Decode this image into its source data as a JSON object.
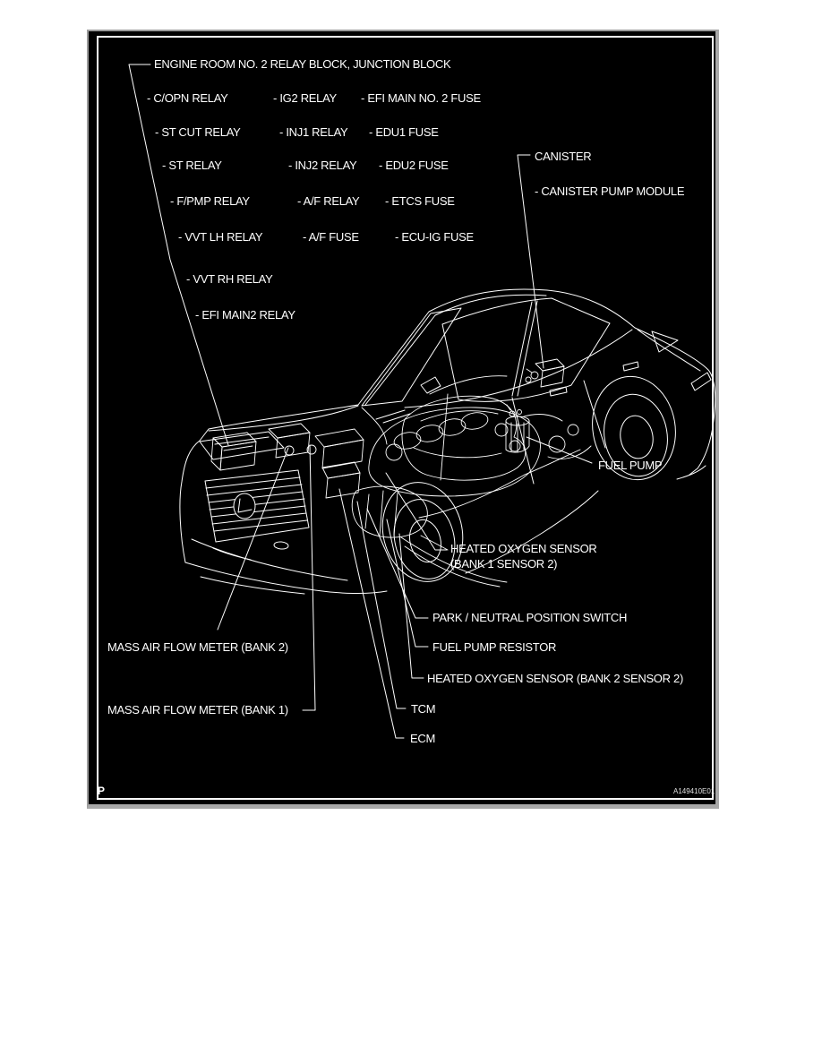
{
  "colors": {
    "page_bg": "#ffffff",
    "plate_bg": "#000000",
    "line": "#ffffff",
    "frame_shadow": "#a8a8a8"
  },
  "labels": {
    "title": "ENGINE ROOM NO. 2 RELAY BLOCK, JUNCTION BLOCK",
    "copn_relay": "- C/OPN RELAY",
    "ig2_relay": "- IG2 RELAY",
    "efi_main_no2_fuse": "- EFI MAIN NO. 2 FUSE",
    "st_cut_relay": "- ST CUT RELAY",
    "inj1_relay": "- INJ1 RELAY",
    "edu1_fuse": "- EDU1 FUSE",
    "st_relay": "- ST RELAY",
    "inj2_relay": "- INJ2 RELAY",
    "edu2_fuse": "- EDU2 FUSE",
    "canister": "CANISTER",
    "fpmp_relay": "- F/PMP RELAY",
    "af_relay": "- A/F RELAY",
    "etcs_fuse": "- ETCS FUSE",
    "canister_pump_module": "- CANISTER PUMP MODULE",
    "vvt_lh_relay": "- VVT LH RELAY",
    "af_fuse": "- A/F FUSE",
    "ecu_ig_fuse": "- ECU-IG FUSE",
    "vvt_rh_relay": "- VVT RH RELAY",
    "efi_main2_relay": "- EFI MAIN2 RELAY",
    "fuel_pump": "FUEL PUMP",
    "ho2s_b1s2_line1": "HEATED OXYGEN SENSOR",
    "ho2s_b1s2_line2": "(BANK 1 SENSOR 2)",
    "park_neutral": "PARK / NEUTRAL POSITION SWITCH",
    "fuel_pump_resistor": "FUEL PUMP RESISTOR",
    "ho2s_b2s2": "HEATED OXYGEN SENSOR (BANK 2 SENSOR 2)",
    "tcm": "TCM",
    "ecm": "ECM",
    "maf_bank2": "MASS AIR FLOW METER (BANK 2)",
    "maf_bank1": "MASS AIR FLOW METER (BANK 1)",
    "page_mark": "P",
    "figure_code": "A149410E01"
  }
}
